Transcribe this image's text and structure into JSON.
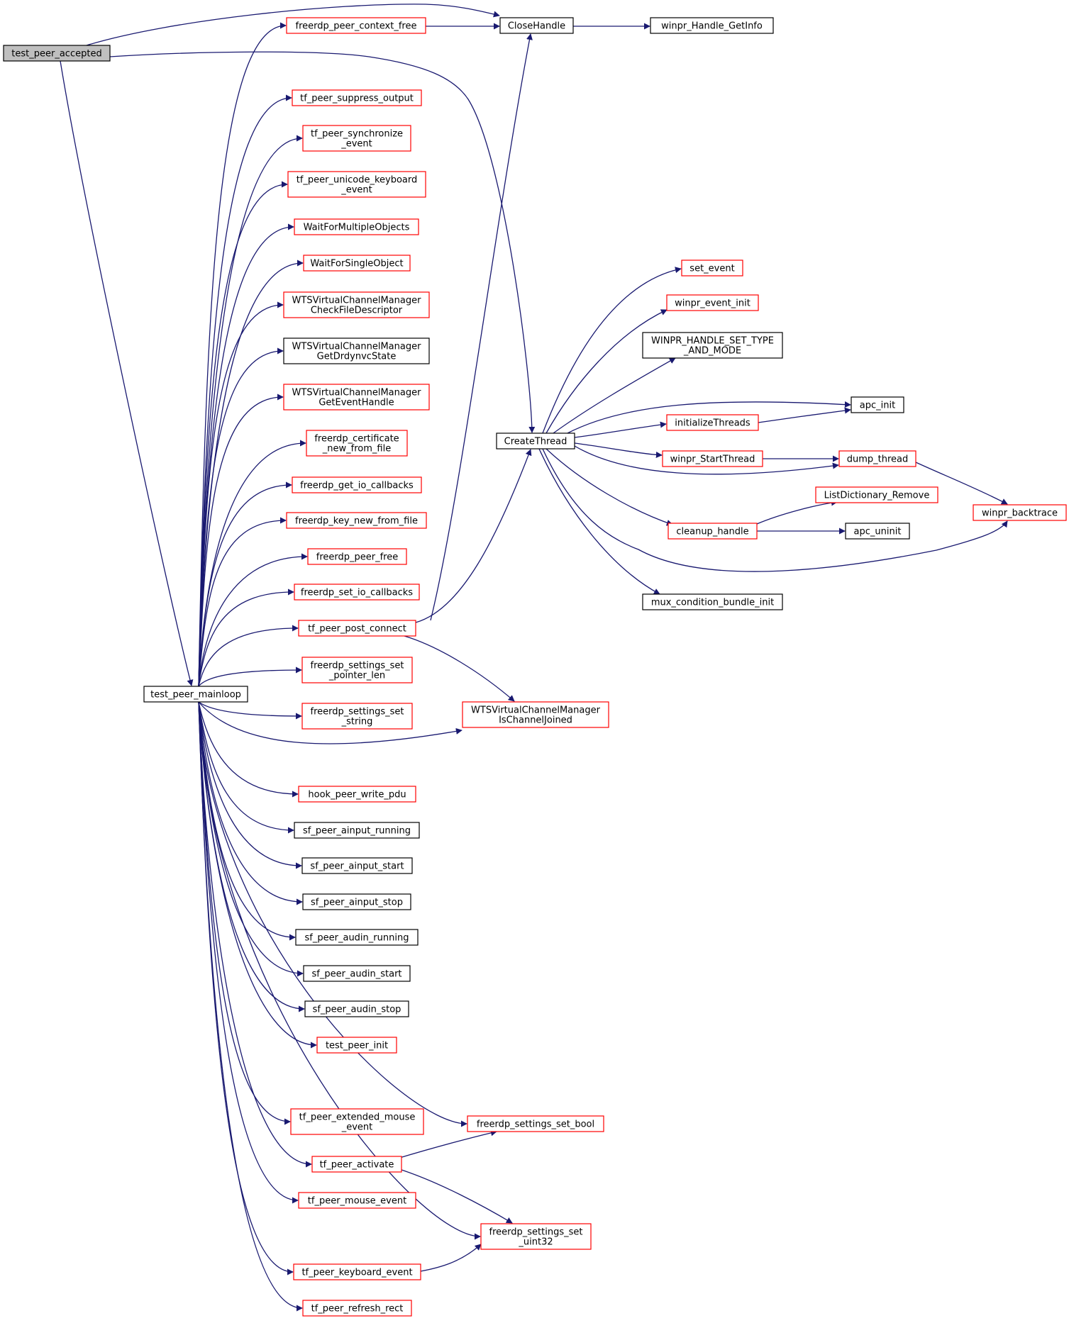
{
  "colors": {
    "edge": "#191970",
    "link_border": "#ff0000",
    "plain_border": "#000000",
    "root_fill": "#bfbfbf",
    "node_fill": "#ffffff"
  },
  "nodes": [
    {
      "id": "test_peer_accepted",
      "lines": [
        "test_peer_accepted"
      ],
      "kind": "root"
    },
    {
      "id": "test_peer_mainloop",
      "lines": [
        "test_peer_mainloop"
      ],
      "kind": "plain"
    },
    {
      "id": "CloseHandle",
      "lines": [
        "CloseHandle"
      ],
      "kind": "plain"
    },
    {
      "id": "winpr_Handle_GetInfo",
      "lines": [
        "winpr_Handle_GetInfo"
      ],
      "kind": "plain"
    },
    {
      "id": "freerdp_peer_context_free",
      "lines": [
        "freerdp_peer_context_free"
      ],
      "kind": "link"
    },
    {
      "id": "tf_peer_suppress_output",
      "lines": [
        "tf_peer_suppress_output"
      ],
      "kind": "link"
    },
    {
      "id": "tf_peer_synchronize_event",
      "lines": [
        "tf_peer_synchronize",
        "_event"
      ],
      "kind": "link"
    },
    {
      "id": "tf_peer_unicode_keyboard_event",
      "lines": [
        "tf_peer_unicode_keyboard",
        "_event"
      ],
      "kind": "link"
    },
    {
      "id": "WaitForMultipleObjects",
      "lines": [
        "WaitForMultipleObjects"
      ],
      "kind": "link"
    },
    {
      "id": "WaitForSingleObject",
      "lines": [
        "WaitForSingleObject"
      ],
      "kind": "link"
    },
    {
      "id": "WTSVCM_CheckFileDescriptor",
      "lines": [
        "WTSVirtualChannelManager",
        "CheckFileDescriptor"
      ],
      "kind": "link"
    },
    {
      "id": "WTSVCM_GetDrdynvcState",
      "lines": [
        "WTSVirtualChannelManager",
        "GetDrdynvcState"
      ],
      "kind": "plain"
    },
    {
      "id": "WTSVCM_GetEventHandle",
      "lines": [
        "WTSVirtualChannelManager",
        "GetEventHandle"
      ],
      "kind": "link"
    },
    {
      "id": "freerdp_certificate_new_from_file",
      "lines": [
        "freerdp_certificate",
        "_new_from_file"
      ],
      "kind": "link"
    },
    {
      "id": "freerdp_get_io_callbacks",
      "lines": [
        "freerdp_get_io_callbacks"
      ],
      "kind": "link"
    },
    {
      "id": "freerdp_key_new_from_file",
      "lines": [
        "freerdp_key_new_from_file"
      ],
      "kind": "link"
    },
    {
      "id": "freerdp_peer_free",
      "lines": [
        "freerdp_peer_free"
      ],
      "kind": "link"
    },
    {
      "id": "freerdp_set_io_callbacks",
      "lines": [
        "freerdp_set_io_callbacks"
      ],
      "kind": "link"
    },
    {
      "id": "tf_peer_post_connect",
      "lines": [
        "tf_peer_post_connect"
      ],
      "kind": "link"
    },
    {
      "id": "freerdp_settings_set_pointer_len",
      "lines": [
        "freerdp_settings_set",
        "_pointer_len"
      ],
      "kind": "link"
    },
    {
      "id": "freerdp_settings_set_string",
      "lines": [
        "freerdp_settings_set",
        "_string"
      ],
      "kind": "link"
    },
    {
      "id": "hook_peer_write_pdu",
      "lines": [
        "hook_peer_write_pdu"
      ],
      "kind": "link"
    },
    {
      "id": "sf_peer_ainput_running",
      "lines": [
        "sf_peer_ainput_running"
      ],
      "kind": "plain"
    },
    {
      "id": "sf_peer_ainput_start",
      "lines": [
        "sf_peer_ainput_start"
      ],
      "kind": "plain"
    },
    {
      "id": "sf_peer_ainput_stop",
      "lines": [
        "sf_peer_ainput_stop"
      ],
      "kind": "plain"
    },
    {
      "id": "sf_peer_audin_running",
      "lines": [
        "sf_peer_audin_running"
      ],
      "kind": "plain"
    },
    {
      "id": "sf_peer_audin_start",
      "lines": [
        "sf_peer_audin_start"
      ],
      "kind": "plain"
    },
    {
      "id": "sf_peer_audin_stop",
      "lines": [
        "sf_peer_audin_stop"
      ],
      "kind": "plain"
    },
    {
      "id": "test_peer_init",
      "lines": [
        "test_peer_init"
      ],
      "kind": "link"
    },
    {
      "id": "tf_peer_extended_mouse_event",
      "lines": [
        "tf_peer_extended_mouse",
        "_event"
      ],
      "kind": "link"
    },
    {
      "id": "tf_peer_activate",
      "lines": [
        "tf_peer_activate"
      ],
      "kind": "link"
    },
    {
      "id": "tf_peer_mouse_event",
      "lines": [
        "tf_peer_mouse_event"
      ],
      "kind": "link"
    },
    {
      "id": "tf_peer_keyboard_event",
      "lines": [
        "tf_peer_keyboard_event"
      ],
      "kind": "link"
    },
    {
      "id": "tf_peer_refresh_rect",
      "lines": [
        "tf_peer_refresh_rect"
      ],
      "kind": "link"
    },
    {
      "id": "CreateThread",
      "lines": [
        "CreateThread"
      ],
      "kind": "plain"
    },
    {
      "id": "WTSVCM_IsChannelJoined",
      "lines": [
        "WTSVirtualChannelManager",
        "IsChannelJoined"
      ],
      "kind": "link"
    },
    {
      "id": "freerdp_settings_set_bool",
      "lines": [
        "freerdp_settings_set_bool"
      ],
      "kind": "link"
    },
    {
      "id": "freerdp_settings_set_uint32",
      "lines": [
        "freerdp_settings_set",
        "_uint32"
      ],
      "kind": "link"
    },
    {
      "id": "set_event",
      "lines": [
        "set_event"
      ],
      "kind": "link"
    },
    {
      "id": "winpr_event_init",
      "lines": [
        "winpr_event_init"
      ],
      "kind": "link"
    },
    {
      "id": "WINPR_HANDLE_SET_TYPE_AND_MODE",
      "lines": [
        "WINPR_HANDLE_SET_TYPE",
        "_AND_MODE"
      ],
      "kind": "plain"
    },
    {
      "id": "apc_init",
      "lines": [
        "apc_init"
      ],
      "kind": "plain"
    },
    {
      "id": "initializeThreads",
      "lines": [
        "initializeThreads"
      ],
      "kind": "link"
    },
    {
      "id": "winpr_StartThread",
      "lines": [
        "winpr_StartThread"
      ],
      "kind": "link"
    },
    {
      "id": "dump_thread",
      "lines": [
        "dump_thread"
      ],
      "kind": "link"
    },
    {
      "id": "ListDictionary_Remove",
      "lines": [
        "ListDictionary_Remove"
      ],
      "kind": "link"
    },
    {
      "id": "winpr_backtrace",
      "lines": [
        "winpr_backtrace"
      ],
      "kind": "link"
    },
    {
      "id": "cleanup_handle",
      "lines": [
        "cleanup_handle"
      ],
      "kind": "link"
    },
    {
      "id": "apc_uninit",
      "lines": [
        "apc_uninit"
      ],
      "kind": "plain"
    },
    {
      "id": "mux_condition_bundle_init",
      "lines": [
        "mux_condition_bundle_init"
      ],
      "kind": "plain"
    }
  ],
  "edges": [
    [
      "test_peer_accepted",
      "CloseHandle"
    ],
    [
      "test_peer_accepted",
      "CreateThread"
    ],
    [
      "test_peer_accepted",
      "test_peer_mainloop"
    ],
    [
      "freerdp_peer_context_free",
      "CloseHandle"
    ],
    [
      "CloseHandle",
      "winpr_Handle_GetInfo"
    ],
    [
      "test_peer_mainloop",
      "freerdp_peer_context_free"
    ],
    [
      "test_peer_mainloop",
      "tf_peer_suppress_output"
    ],
    [
      "test_peer_mainloop",
      "tf_peer_synchronize_event"
    ],
    [
      "test_peer_mainloop",
      "tf_peer_unicode_keyboard_event"
    ],
    [
      "test_peer_mainloop",
      "WaitForMultipleObjects"
    ],
    [
      "test_peer_mainloop",
      "WaitForSingleObject"
    ],
    [
      "test_peer_mainloop",
      "WTSVCM_CheckFileDescriptor"
    ],
    [
      "test_peer_mainloop",
      "WTSVCM_GetDrdynvcState"
    ],
    [
      "test_peer_mainloop",
      "WTSVCM_GetEventHandle"
    ],
    [
      "test_peer_mainloop",
      "freerdp_certificate_new_from_file"
    ],
    [
      "test_peer_mainloop",
      "freerdp_get_io_callbacks"
    ],
    [
      "test_peer_mainloop",
      "freerdp_key_new_from_file"
    ],
    [
      "test_peer_mainloop",
      "freerdp_peer_free"
    ],
    [
      "test_peer_mainloop",
      "freerdp_set_io_callbacks"
    ],
    [
      "test_peer_mainloop",
      "tf_peer_post_connect"
    ],
    [
      "test_peer_mainloop",
      "freerdp_settings_set_pointer_len"
    ],
    [
      "test_peer_mainloop",
      "freerdp_settings_set_string"
    ],
    [
      "test_peer_mainloop",
      "WTSVCM_IsChannelJoined"
    ],
    [
      "test_peer_mainloop",
      "hook_peer_write_pdu"
    ],
    [
      "test_peer_mainloop",
      "sf_peer_ainput_running"
    ],
    [
      "test_peer_mainloop",
      "sf_peer_ainput_start"
    ],
    [
      "test_peer_mainloop",
      "sf_peer_ainput_stop"
    ],
    [
      "test_peer_mainloop",
      "sf_peer_audin_running"
    ],
    [
      "test_peer_mainloop",
      "sf_peer_audin_start"
    ],
    [
      "test_peer_mainloop",
      "sf_peer_audin_stop"
    ],
    [
      "test_peer_mainloop",
      "test_peer_init"
    ],
    [
      "test_peer_mainloop",
      "freerdp_settings_set_bool"
    ],
    [
      "test_peer_mainloop",
      "tf_peer_extended_mouse_event"
    ],
    [
      "test_peer_mainloop",
      "tf_peer_activate"
    ],
    [
      "test_peer_mainloop",
      "tf_peer_mouse_event"
    ],
    [
      "test_peer_mainloop",
      "freerdp_settings_set_uint32"
    ],
    [
      "test_peer_mainloop",
      "tf_peer_keyboard_event"
    ],
    [
      "test_peer_mainloop",
      "tf_peer_refresh_rect"
    ],
    [
      "tf_peer_post_connect",
      "CloseHandle"
    ],
    [
      "tf_peer_post_connect",
      "CreateThread"
    ],
    [
      "tf_peer_post_connect",
      "WTSVCM_IsChannelJoined"
    ],
    [
      "tf_peer_activate",
      "freerdp_settings_set_bool"
    ],
    [
      "tf_peer_activate",
      "freerdp_settings_set_uint32"
    ],
    [
      "tf_peer_keyboard_event",
      "freerdp_settings_set_uint32"
    ],
    [
      "CreateThread",
      "set_event"
    ],
    [
      "CreateThread",
      "winpr_event_init"
    ],
    [
      "CreateThread",
      "WINPR_HANDLE_SET_TYPE_AND_MODE"
    ],
    [
      "CreateThread",
      "apc_init"
    ],
    [
      "CreateThread",
      "initializeThreads"
    ],
    [
      "CreateThread",
      "winpr_StartThread"
    ],
    [
      "CreateThread",
      "dump_thread"
    ],
    [
      "CreateThread",
      "cleanup_handle"
    ],
    [
      "CreateThread",
      "winpr_backtrace"
    ],
    [
      "CreateThread",
      "mux_condition_bundle_init"
    ],
    [
      "initializeThreads",
      "apc_init"
    ],
    [
      "winpr_StartThread",
      "dump_thread"
    ],
    [
      "dump_thread",
      "winpr_backtrace"
    ],
    [
      "cleanup_handle",
      "ListDictionary_Remove"
    ],
    [
      "cleanup_handle",
      "apc_uninit"
    ]
  ]
}
